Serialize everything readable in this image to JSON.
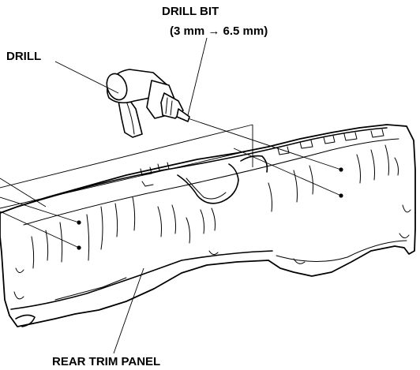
{
  "labels": {
    "drill_bit": "DRILL BIT",
    "drill_bit_size": "(3 mm → 6.5 mm)",
    "drill": "DRILL",
    "rear_trim_panel": "REAR TRIM PANEL"
  },
  "colors": {
    "ink": "#000000",
    "background": "#ffffff"
  }
}
